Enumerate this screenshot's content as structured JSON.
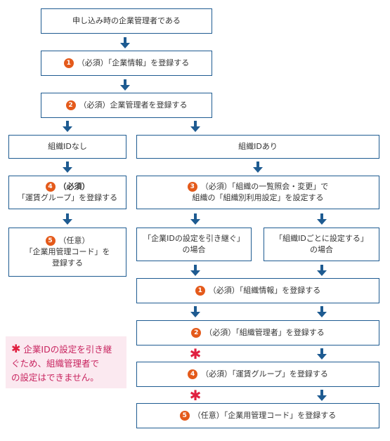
{
  "steps": {
    "start": "申し込み時の企業管理者である",
    "s1": {
      "num": "1",
      "text": "（必須）「企業情報」を登録する"
    },
    "s2": {
      "num": "2",
      "text": "（必須）企業管理者を登録する"
    },
    "no_org_id": "組織IDなし",
    "has_org_id": "組織IDあり",
    "left4": {
      "num": "4",
      "line1": "（必須）",
      "line2": "「運賃グループ」を登録する"
    },
    "left5": {
      "num": "5",
      "line1": "（任意）",
      "line2": "「企業用管理コード」を",
      "line3": "登録する"
    },
    "s3": {
      "num": "3",
      "line1": "（必須）「組織の一覧照会・変更」で",
      "line2": "組織の「組織別利用設定」を設定する"
    },
    "inherit": {
      "line1": "「企業IDの設定を引き継ぐ」",
      "line2": "の場合"
    },
    "per_org": {
      "line1": "「組織IDごとに設定する」",
      "line2": "の場合"
    },
    "r1": {
      "num": "1",
      "text": "（必須）「組織情報」を登録する"
    },
    "r2": {
      "num": "2",
      "text": "（必須）「組織管理者」を登録する"
    },
    "r4": {
      "num": "4",
      "text": "（必須）「運賃グループ」を登録する"
    },
    "r5": {
      "num": "5",
      "text": "（任意）「企業用管理コード」を登録する"
    }
  },
  "note": {
    "line1": "企業IDの設定を引き継",
    "line2": "ぐため、組織管理者で",
    "line3": "の設定はできません。"
  },
  "colors": {
    "border": "#1e5b91",
    "badge": "#e45a1b",
    "note_bg": "#fbe9f0",
    "note_text": "#c8245f",
    "star": "#e02040"
  }
}
